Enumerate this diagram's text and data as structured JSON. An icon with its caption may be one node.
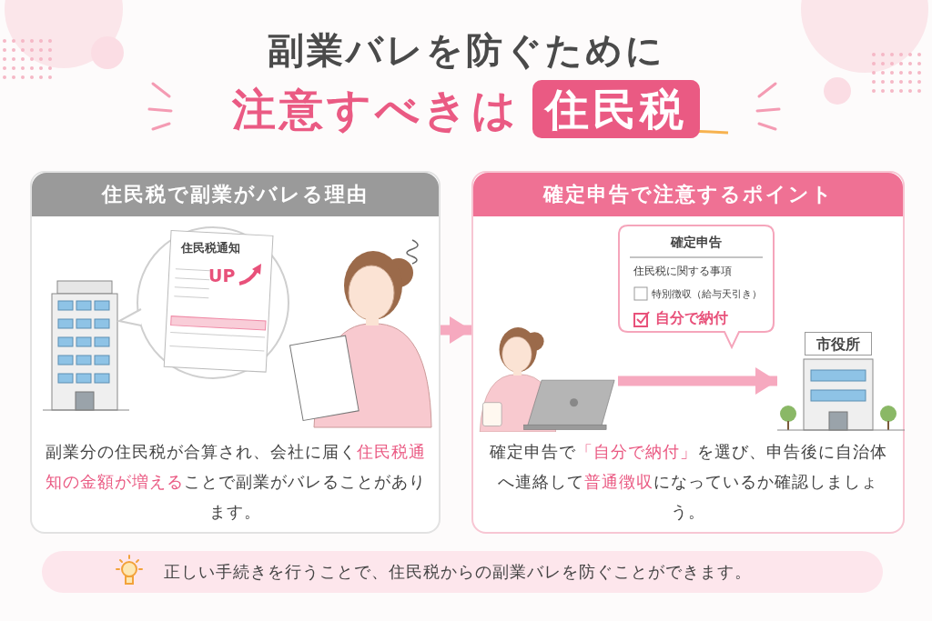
{
  "diagram": {
    "title": "副業バレを防ぐために",
    "caption": "正しい手続きを行うことで、住民税からの副業バレを防ぐことができます。",
    "nodes": [
      {
        "text": [
          "住民税で副業がバレる理由",
          "副業分の住民税が合算され、会社に届く**住民税通知の金額が増える**ことで副業がバレることがあります。"
        ]
      },
      {
        "text": [],
        "shape": "picture",
        "in": 0
      },
      {
        "text": [
          "住民税通知",
          "UP"
        ],
        "in": 0
      },
      {
        "text": [],
        "shape": "picture",
        "in": 0
      },
      {
        "text": [
          "確定申告で注意するポイント",
          "確定申告で**「自分で納付」**を選び、申告後に自治体へ連絡して**普通徴収**になっているか確認しましょう。"
        ]
      },
      {
        "text": [],
        "shape": "picture",
        "in": 4
      },
      {
        "text": [
          "確定申告",
          "住民税に関する事項",
          "特別徴収（給与天引き）",
          "自分で納付"
        ],
        "in": 4
      },
      {
        "text": [
          "市役所"
        ],
        "in": 4
      }
    ],
    "edges": [
      {
        "from": 0,
        "to": 4,
        "arrow": "to"
      },
      {
        "from": 5,
        "to": 7,
        "arrow": "to"
      }
    ],
    "labels": [
      "注意すべきは**住民税**"
    ]
  }
}
